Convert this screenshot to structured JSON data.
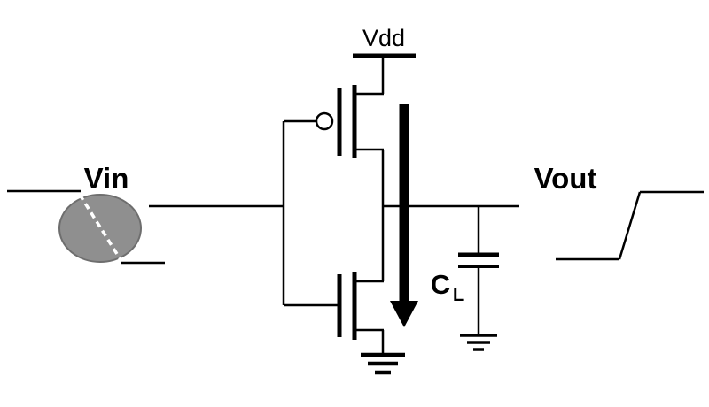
{
  "labels": {
    "vin": "Vin",
    "vdd": "Vdd",
    "vout": "Vout",
    "cap_main": "C",
    "cap_sub": "L"
  },
  "diagram": {
    "type": "cmos-inverter-with-load-capacitor",
    "nodes": [
      "Vin",
      "Vdd",
      "Vout",
      "GND"
    ],
    "parts": [
      "input-falling-edge-waveform",
      "transition-highlight-blob",
      "pmos-transistor",
      "nmos-transistor",
      "discharge-current-arrow",
      "load-capacitor",
      "ground-symbol",
      "output-rising-edge-waveform"
    ]
  },
  "colors": {
    "stroke": "#000000",
    "blob_fill": "#8f8f8f",
    "blob_edge": "#6e6e6e",
    "background": "#ffffff"
  }
}
